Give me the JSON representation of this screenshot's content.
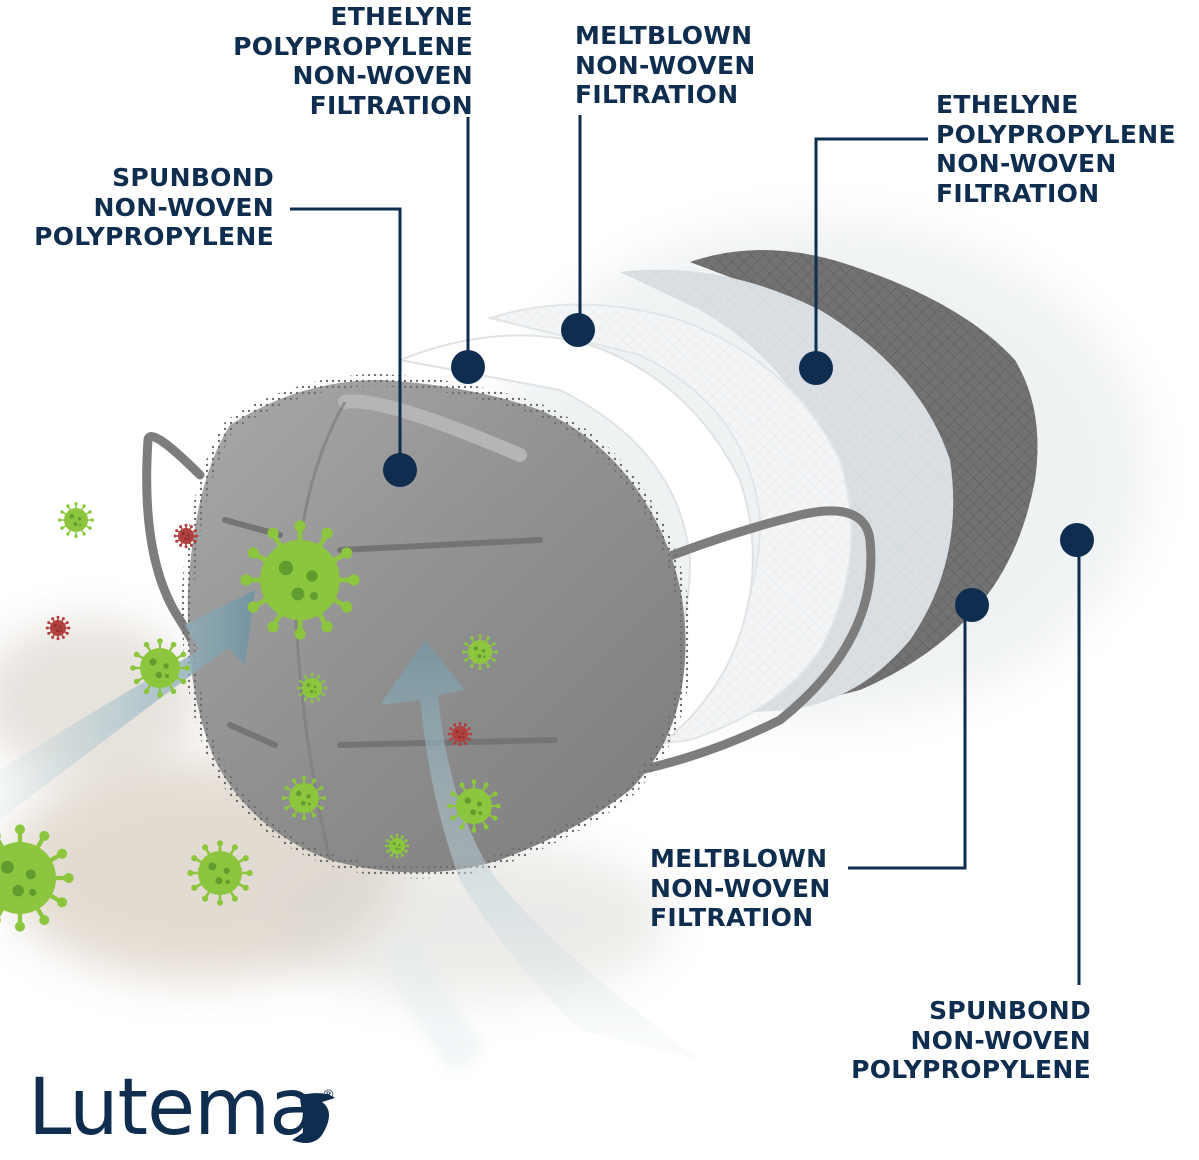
{
  "labels": {
    "outer_layer_left": [
      "SPUNBOND",
      "NON-WOVEN",
      "POLYPROPYLENE"
    ],
    "layer_2_top": [
      "ETHELYNE",
      "POLYPROPYLENE",
      "NON-WOVEN",
      "FILTRATION"
    ],
    "layer_3_top": [
      "MELTBLOWN",
      "NON-WOVEN",
      "FILTRATION"
    ],
    "layer_4_top": [
      "ETHELYNE",
      "POLYPROPYLENE",
      "NON-WOVEN",
      "FILTRATION"
    ],
    "layer_bottom_mid": [
      "MELTBLOWN",
      "NON-WOVEN",
      "FILTRATION"
    ],
    "layer_bottom_right": [
      "SPUNBOND",
      "NON-WOVEN",
      "POLYPROPYLENE"
    ]
  },
  "brand": {
    "name": "Lutema",
    "reg": "®"
  },
  "colors": {
    "navy": "#0f2d4e",
    "virus_green": "#8cc63f",
    "virus_red": "#b0413e",
    "mask_gray": "#8d8d8d",
    "dark_layer": "#6e6e6e",
    "air_blue": "#5f8795"
  }
}
